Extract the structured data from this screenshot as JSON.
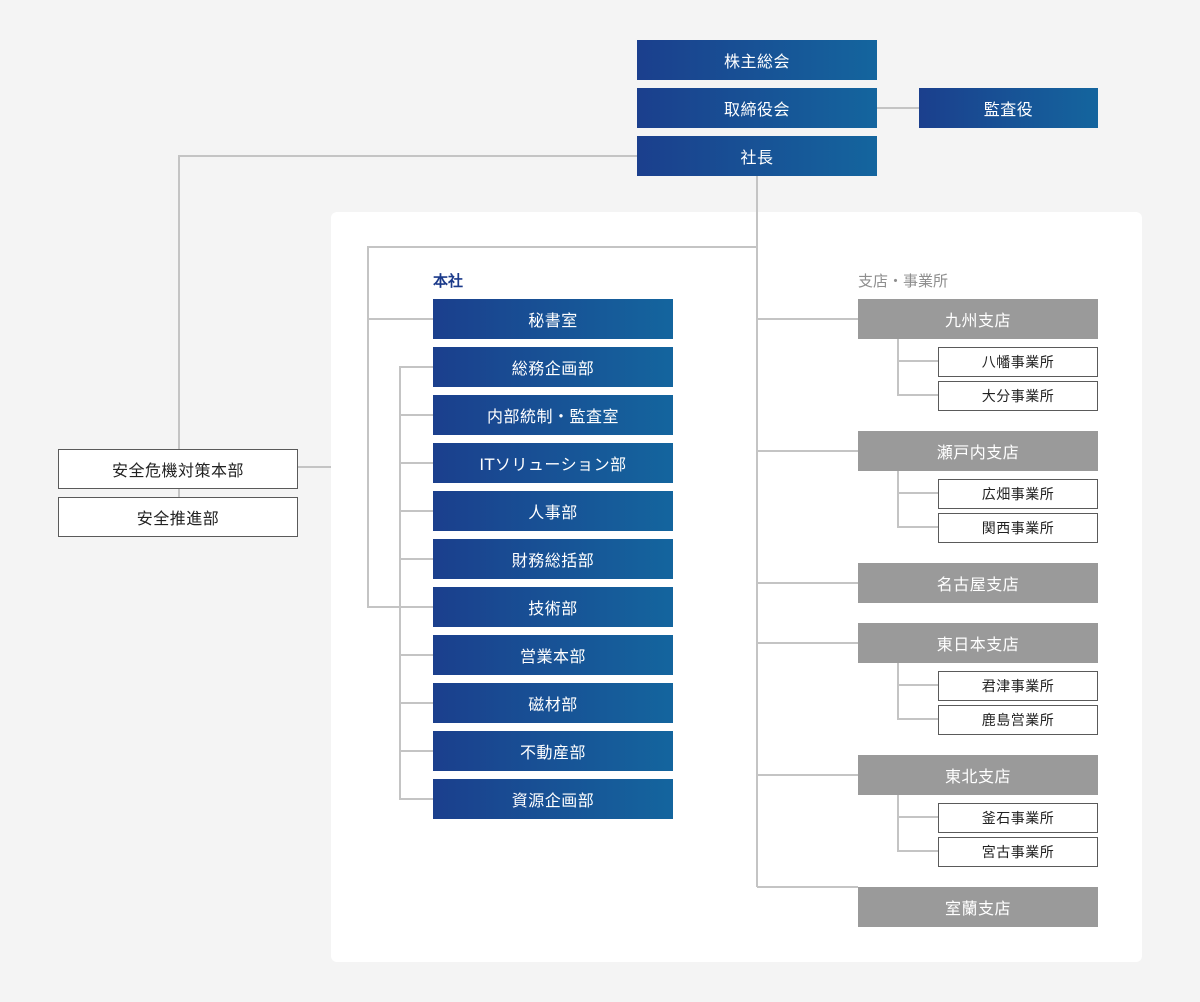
{
  "top": {
    "shareholders": "株主総会",
    "board": "取締役会",
    "auditor": "監査役",
    "president": "社長"
  },
  "safety": {
    "hq": "安全危機対策本部",
    "promotion": "安全推進部"
  },
  "head_office": {
    "title": "本社",
    "secretary": "秘書室",
    "departments": [
      "総務企画部",
      "内部統制・監査室",
      "ITソリューション部",
      "人事部",
      "財務総括部",
      "技術部",
      "営業本部",
      "磁材部",
      "不動産部",
      "資源企画部"
    ]
  },
  "branches": {
    "title": "支店・事業所",
    "kyushu": {
      "name": "九州支店",
      "offices": [
        "八幡事業所",
        "大分事業所"
      ]
    },
    "setouchi": {
      "name": "瀬戸内支店",
      "offices": [
        "広畑事業所",
        "関西事業所"
      ]
    },
    "nagoya": {
      "name": "名古屋支店"
    },
    "higashinihon": {
      "name": "東日本支店",
      "offices": [
        "君津事業所",
        "鹿島営業所"
      ]
    },
    "tohoku": {
      "name": "東北支店",
      "offices": [
        "釜石事業所",
        "宮古事業所"
      ]
    },
    "muroran": {
      "name": "室蘭支店"
    }
  },
  "colors": {
    "navy_start": "#1b3f8d",
    "navy_end": "#14659e",
    "branch_gray": "#9a9a9a",
    "line_gray": "#c4c4c4",
    "heading_blue": "#1b3a8a",
    "heading_gray": "#8e8e8e"
  }
}
